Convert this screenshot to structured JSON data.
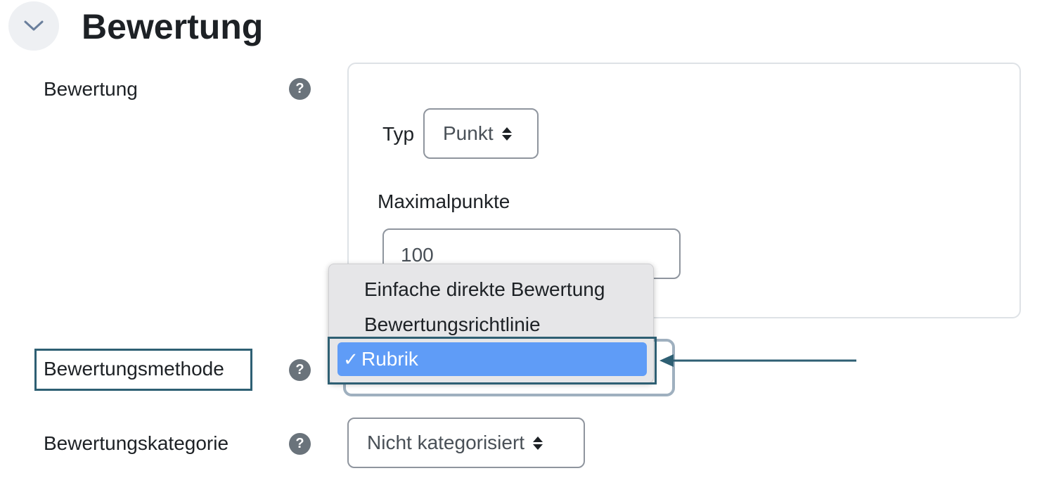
{
  "section": {
    "title": "Bewertung",
    "collapse_icon": "chevron-down-icon"
  },
  "grade": {
    "label": "Bewertung",
    "help_icon": "?",
    "type_label": "Typ",
    "type_value": "Punkt",
    "max_points_label": "Maximalpunkte",
    "max_points_value": "100"
  },
  "grading_method": {
    "label": "Bewertungsmethode",
    "help_icon": "?",
    "options": [
      "Einfache direkte Bewertung",
      "Bewertungsrichtlinie",
      "Rubrik"
    ],
    "selected": "Rubrik",
    "check_glyph": "✓"
  },
  "grade_category": {
    "label": "Bewertungskategorie",
    "help_icon": "?",
    "value": "Nicht kategorisiert"
  },
  "annotation_color": "#2e5f73",
  "selected_color": "#5f9cf7"
}
